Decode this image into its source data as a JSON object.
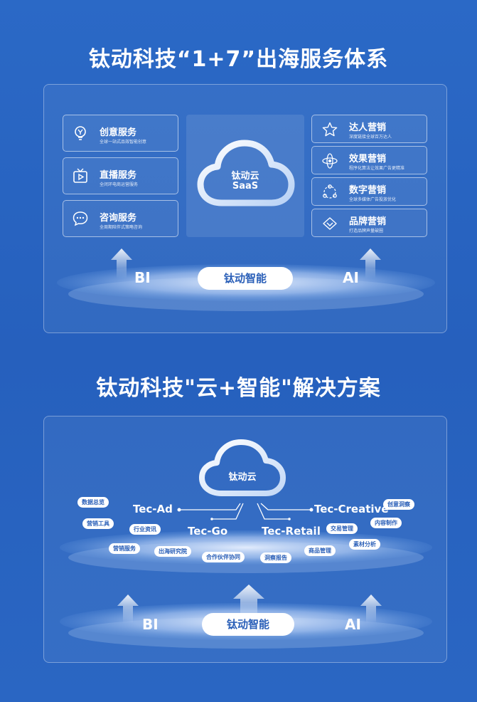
{
  "section1": {
    "title": "钛动科技“1+7”出海服务体系",
    "services": [
      {
        "name": "创意服务",
        "desc": "全球一站式品效智能创意",
        "icon": "lightbulb-icon"
      },
      {
        "name": "直播服务",
        "desc": "全闭环电商运营服务",
        "icon": "tv-icon"
      },
      {
        "name": "咨询服务",
        "desc": "全周期陪伴式策略咨询",
        "icon": "chat-icon"
      }
    ],
    "center_cloud": {
      "line1": "钛动云",
      "line2": "SaaS"
    },
    "marketing": [
      {
        "name": "达人营销",
        "desc": "深度链接全球百万达人",
        "icon": "star-icon"
      },
      {
        "name": "效果营销",
        "desc": "程序化算法让效果广告更精准",
        "icon": "atom-icon"
      },
      {
        "name": "数字营销",
        "desc": "全球多媒体广告投放优化",
        "icon": "network-icon"
      },
      {
        "name": "品牌营销",
        "desc": "打造品牌声量破圈",
        "icon": "diamond-icon"
      }
    ],
    "bi": "BI",
    "ai": "AI",
    "core": "钛动智能"
  },
  "section2": {
    "title": "钛动科技\"云+智能\"解决方案",
    "cloud": "钛动云",
    "modules": [
      "Tec-Ad",
      "Tec-Go",
      "Tec-Retail",
      "Tec-Creative"
    ],
    "tags": [
      "数据总览",
      "营销工具",
      "行业资讯",
      "营销服务",
      "出海研究院",
      "合作伙伴协同",
      "洞察报告",
      "商品管理",
      "交易管理",
      "素材分析",
      "内容制作",
      "创意洞察"
    ],
    "bi": "BI",
    "ai": "AI",
    "core": "钛动智能"
  }
}
